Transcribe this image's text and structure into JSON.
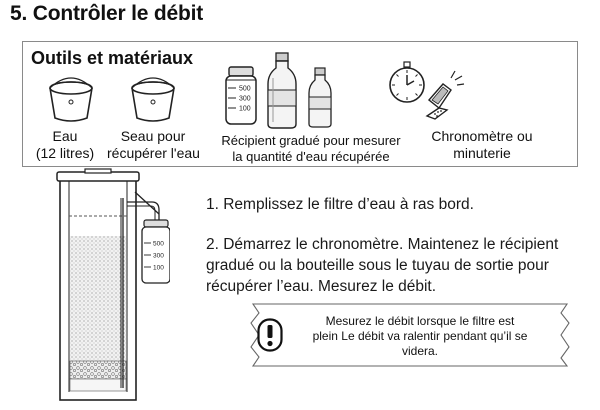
{
  "page": {
    "title": "5. Contrôler le débit"
  },
  "tools": {
    "heading": "Outils et matériaux",
    "items": [
      {
        "icon": "bucket-icon",
        "line1": "Eau",
        "line2": "(12 litres)"
      },
      {
        "icon": "bucket-icon",
        "line1": "Seau pour",
        "line2": "récupérer l'eau"
      },
      {
        "icon": "graduated-container-icon",
        "line1": "Récipient gradué pour mesurer",
        "line2": "la quantité d'eau récupérée"
      },
      {
        "icon": "stopwatch-icon",
        "line1": "Chronomètre ou",
        "line2": "minuterie"
      }
    ],
    "jar_marks": [
      "500",
      "300",
      "100"
    ]
  },
  "steps": [
    {
      "text": "1.  Remplissez le filtre d’eau à ras bord."
    },
    {
      "line1": "2. Démarrez le chronomètre. Maintenez le récipient",
      "line2": "gradué ou la bouteille sous le tuyau de sortie pour",
      "line3": "récupérer l’eau. Mesurez le débit."
    }
  ],
  "note": {
    "line1": "Mesurez le débit lorsque le filtre est",
    "line2": "plein Le débit va ralentir pendant qu’il se",
    "line3": "videra."
  },
  "filter_diagram": {
    "jar_marks": [
      "500",
      "300",
      "100"
    ]
  }
}
